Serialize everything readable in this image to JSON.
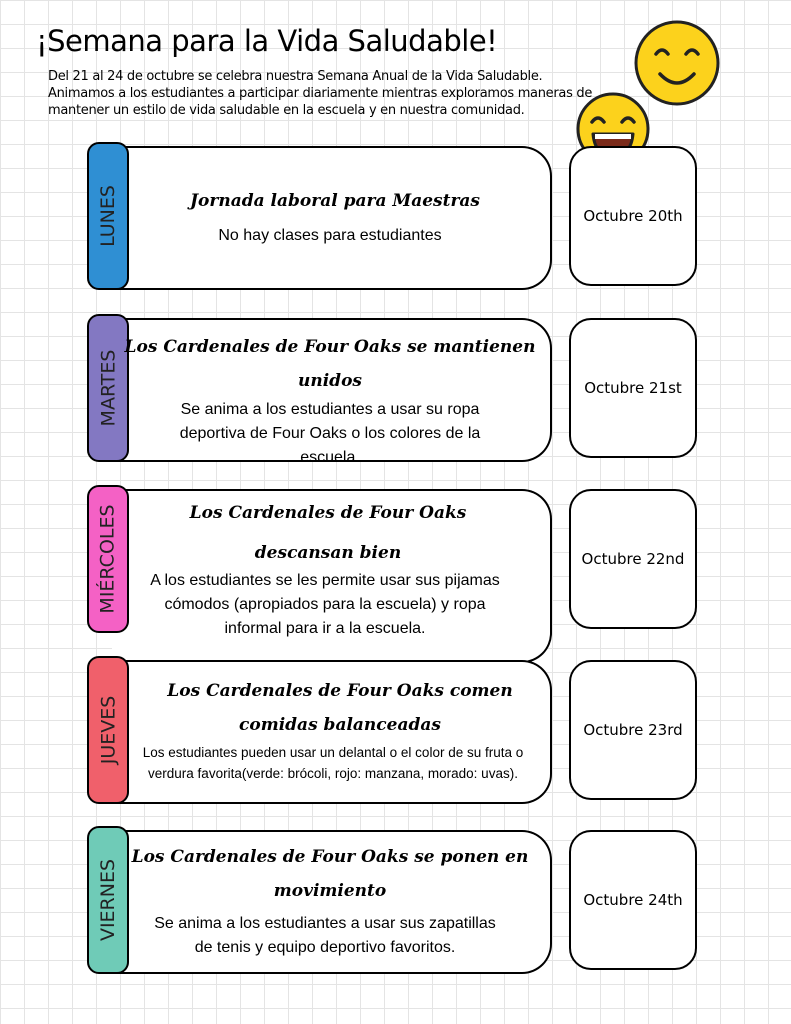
{
  "header": {
    "title": "¡Semana para la Vida Saludable!",
    "intro": "Del 21 al 24 de octubre se celebra nuestra Semana Anual de la Vida Saludable. Animamos a los estudiantes a participar diariamente mientras exploramos maneras de mantener un estilo de vida saludable en la escuela y en nuestra comunidad."
  },
  "days": [
    {
      "day": "LUNES",
      "color": "#2f8fd3",
      "event": "Jornada laboral para Maestras",
      "description": "No hay clases para estudiantes",
      "date": "Octubre 20th"
    },
    {
      "day": "MARTES",
      "color": "#8378c2",
      "event": "Los Cardenales de Four Oaks se mantienen unidos",
      "description": "Se anima a los estudiantes a usar su ropa deportiva de Four Oaks o los colores de la escuela.",
      "date": "Octubre 21st"
    },
    {
      "day": "MIÉRCOLES",
      "color": "#f461c5",
      "event": "Los Cardenales de Four Oaks descansan bien",
      "description": "A los estudiantes se les permite usar sus pijamas cómodos (apropiados para la escuela) y ropa informal para ir a la escuela.",
      "date": "Octubre 22nd"
    },
    {
      "day": "JUEVES",
      "color": "#f0606b",
      "event": "Los Cardenales de Four Oaks comen comidas balanceadas",
      "description": "Los estudiantes pueden usar un delantal o el color de su fruta o verdura favorita(verde: brócoli, rojo: manzana, morado: uvas).",
      "date": "Octubre 23rd"
    },
    {
      "day": "VIERNES",
      "color": "#6fcbb7",
      "event": "Los Cardenales de Four Oaks se ponen en movimiento",
      "description": "Se anima a los estudiantes a usar sus zapatillas de tenis y equipo deportivo favoritos.",
      "date": "Octubre 24th"
    }
  ],
  "decorations": {
    "emoji_1": "smiling-face-emoji",
    "emoji_2": "grinning-face-emoji",
    "emoji_color": "#fcd21c"
  }
}
